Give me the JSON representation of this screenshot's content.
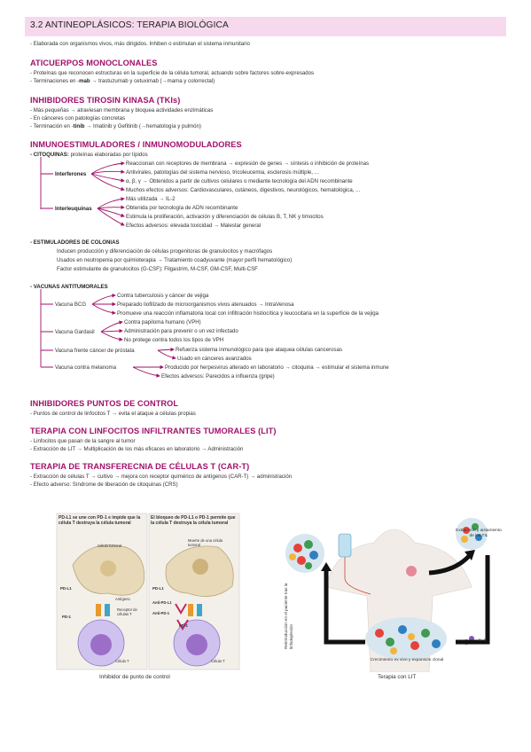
{
  "title": "3.2 ANTINEOPLÁSICOS: TERAPIA BIOLÓGICA",
  "intro": "- Elaborada con organismos vivos, más dirigidos. Inhiben o estimulan el sistema inmunitario",
  "mab": {
    "heading": "ATICUERPOS MONOCLONALES",
    "line1": "- Proteínas que reconocen estructuras en la superficie de la célula tumoral, actuando sobre factores sobre-expresados",
    "line2_a": "- Terminaciones en -",
    "line2_b": "mab",
    "line2_c": " → trastuzumab y cetuximab (→mama y colorrectal)"
  },
  "tki": {
    "heading": "INHIBIDORES TIROSIN KINASA (TKIs)",
    "line1": "- Más pequeñas → atraviesan membrana y bloquea actividades enzimáticas",
    "line2": "- En cánceres con patologías concretas",
    "line3_a": "- Terminación en -",
    "line3_b": "tinib",
    "line3_c": " → Imatinib y Gefitinib (→hematología y pulmón)"
  },
  "inmuno": {
    "heading": "INMUNOESTIMULADORES / INMUNOMODULADORES",
    "citoquinas_label": "- CITOQUINAS:",
    "citoquinas_text": " proteínas elaboradas por lípidos",
    "interferones": "Interferones",
    "interferones_items": [
      "Reaccionan con receptores de membrana → expresión de genes → síntesis o inhibición de proteínas",
      "Antivirales, patologías del sistema nervioso, tricoleucemia, esclerosis múltiple, ...",
      "α, β, γ → Obtenidos a partir de cultivos celulares o mediante tecnología del ADN recombinante",
      "Muchos efectos adversos: Cardiovasculares, cutáneos, digestivos, neurológicos, hematológica, ..."
    ],
    "interleuquinas": "Interleuquinas",
    "interleuquinas_items": [
      "Más utilizada → IL-2",
      "Obtenida por tecnología de ADN recombinante",
      "Estimula la proliferación, activación y diferenciación de células B, T, NK y timocitos",
      "Efectos adversos: elevada toxicidad → Malestar general"
    ],
    "colonias_label": "- ESTIMULADORES DE COLONIAS",
    "colonias_items": [
      "Inducen producción y diferenciación de células progenitoras de granulocitos y macrófagos",
      "Usados en neutropenia por quimioterapia → Tratamiento coadyuvante (mayor perfil hematológico)",
      "Factor estimulante de granulocitos (G-CSF): Filgastrim, M-CSF, GM-CSF, Multi-CSF"
    ],
    "vacunas_label": "- VACUNAS ANTITUMORALES",
    "bcg": "Vacuna BCG",
    "bcg_items": [
      "Contra tuberculosis y cáncer de vejiga",
      "Preparado liofilizado de microorganismos vivos atenuados → IntraVenosa",
      "Promueve una reacción inflamatoria local con infiltración histiocítica y leucocitaria en la superficie de la vejiga"
    ],
    "gardasil": "Vacuna Gardasil",
    "gardasil_items": [
      "Contra papiloma humano (VPH)",
      "Administración para prevenir o un vez infectado",
      "No protege contra todos los tipos de VPH"
    ],
    "prostata": "Vacuna frente cáncer de próstata",
    "prostata_items": [
      "Refuerza sistema inmunológico para que ataquea células cancerosas",
      "Usado en cánceres avanzados"
    ],
    "melanoma": "Vacuna contra melanoma",
    "melanoma_items": [
      "Producido por herpesvirus alterado en laboratorio → citoquina → estimular el sistema inmune",
      "Efectos adversos:  Parecidos a influenza (gripe)"
    ]
  },
  "puntos": {
    "heading": "INHIBIDORES PUNTOS DE CONTROL",
    "line1": "- Puntos de control de linfocitos T → evita el ataque a células propias"
  },
  "lit": {
    "heading": "TERAPIA CON LINFOCITOS INFILTRANTES TUMORALES (LIT)",
    "line1": "- Linfocitos que pasan de la sangre al tumor",
    "line2": "- Extracción de LIT → Multiplicación de los más eficaces en laboratorio → Administración"
  },
  "cart": {
    "heading": "TERAPIA DE TRANSFERECNIA DE CÉLULAS T (CAR-T)",
    "line1": "- Extracción de células T → cultivo → mejora con receptor quimérico de antígenos (CAR-T) → administración",
    "line2": "- Efecto adverso: Síndrome de liberación de citoquinas (CRS)"
  },
  "figure_left": {
    "panel1_title": "PD-L1 se une con PD-1 e impide que la célula T destruya la célula tumoral",
    "panel2_title": "El bloqueo de PD-L1 o PD-1 permite que la célula T destruya la célula tumoral",
    "celula_tumoral": "Célula tumoral",
    "muerte": "Muerte de una célula tumoral",
    "pdl1": "PD-L1",
    "antigeno": "Antígeno",
    "receptor": "Receptor de células T",
    "pd1": "PD-1",
    "celula_t": "Célula T",
    "anti_pdl1": "Anti-PD-L1",
    "anti_pd1": "Anti-PD-1",
    "caption": "Inhibidor de punto de control"
  },
  "figure_right": {
    "extraccion": "Extracción y aislamiento de los TIL",
    "reintroduccion": "Reintroducción en el paciente tras la linfodepleción",
    "crecimiento": "Crecimiento ex vivo y expansión clonal",
    "il2": "IL-2",
    "caption": "Terapia con LIT"
  },
  "colors": {
    "heading": "#a0106a",
    "title_bar": "#f6d9ec",
    "arrow": "#a0106a"
  }
}
